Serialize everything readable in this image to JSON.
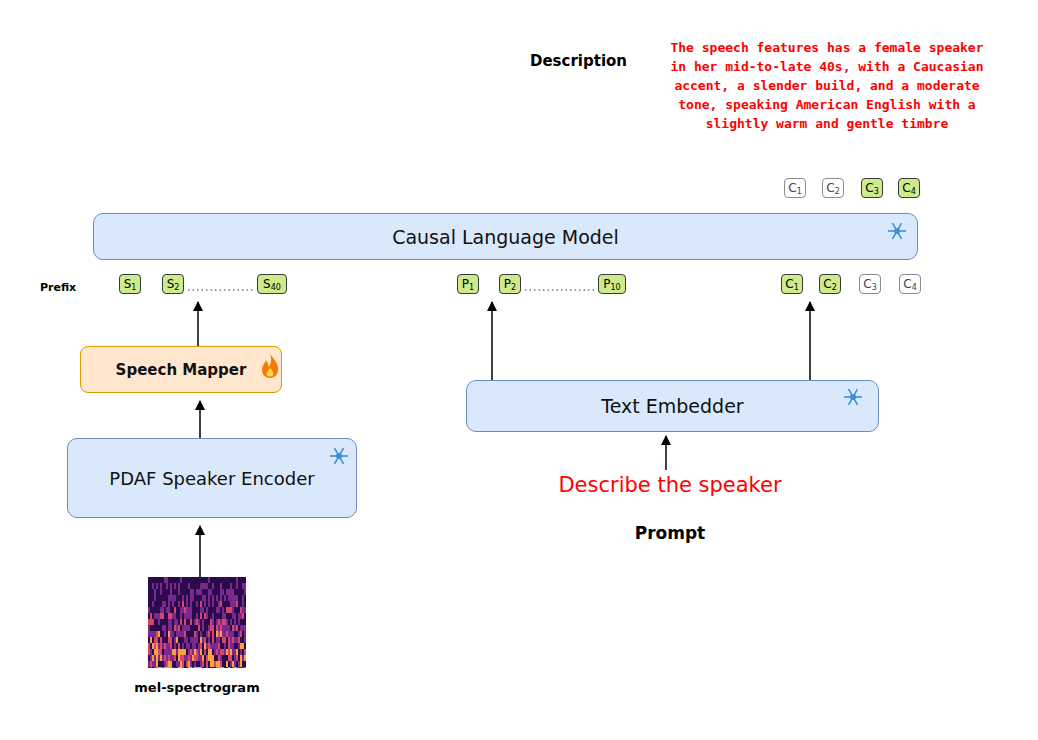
{
  "diagram": {
    "nodes": [
      {
        "text": [
          "C",
          "1"
        ]
      },
      {
        "text": [
          "C",
          "2"
        ]
      },
      {
        "text": [
          "C",
          "3"
        ]
      },
      {
        "text": [
          "C",
          "4"
        ]
      },
      {
        "text": [
          "Causal Language Model"
        ]
      },
      {
        "text": [
          "S",
          "1"
        ]
      },
      {
        "text": [
          "S",
          "2"
        ]
      },
      {
        "text": [
          "S",
          "40"
        ]
      },
      {
        "text": [
          "P",
          "1"
        ]
      },
      {
        "text": [
          "P",
          "2"
        ]
      },
      {
        "text": [
          "P",
          "10"
        ]
      },
      {
        "text": [
          "C",
          "1"
        ]
      },
      {
        "text": [
          "C",
          "2"
        ]
      },
      {
        "text": [
          "C",
          "3"
        ]
      },
      {
        "text": [
          "C",
          "4"
        ]
      },
      {
        "text": [
          "Speech Mapper"
        ]
      },
      {
        "text": [
          "PDAF Speaker Encoder"
        ]
      },
      {
        "text": [
          "Text Embedder"
        ]
      },
      {
        "text": [
          "mel-spectrogram"
        ]
      }
    ],
    "edges": [
      {
        "from": 18,
        "to": 16,
        "arrow": "to"
      },
      {
        "from": 16,
        "to": 15,
        "arrow": "to"
      },
      {
        "from": 15,
        "to": 6,
        "arrow": "to"
      },
      {
        "from": 17,
        "to": 8,
        "arrow": "to"
      },
      {
        "from": 17,
        "to": 11,
        "arrow": "to"
      }
    ],
    "labels": [
      "Description",
      "The speech features has a female speaker in her mid-to-late 40s, with a Caucasian accent, a slender build, and a moderate tone, speaking American English with a slightly warm and gentle timbre",
      "Prefix",
      "Describe the speaker",
      "Prompt"
    ]
  }
}
